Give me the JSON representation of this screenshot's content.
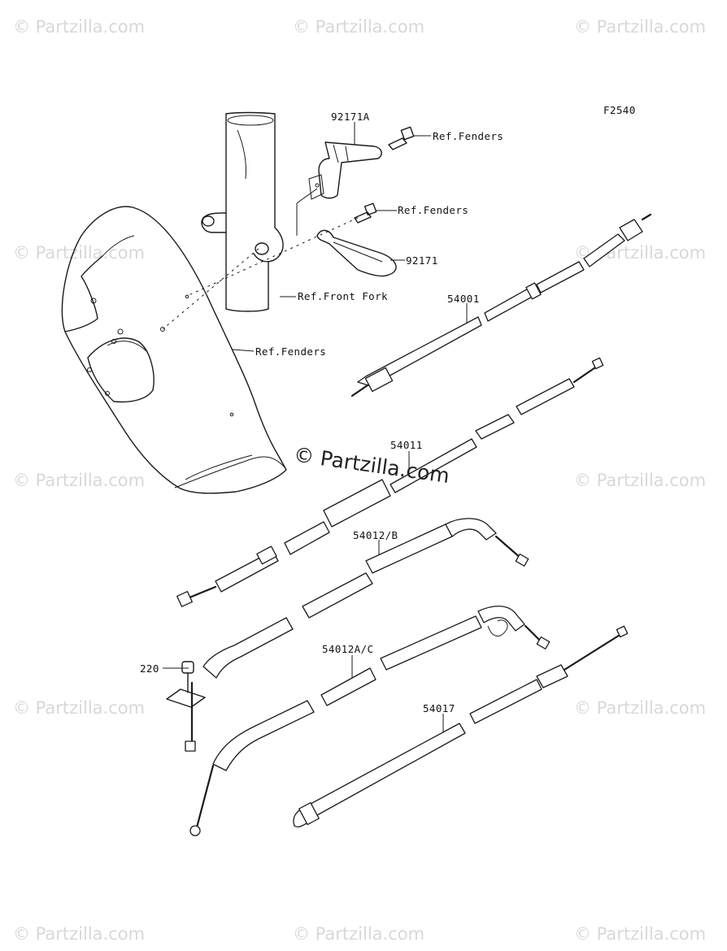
{
  "diagram": {
    "code": "F2540",
    "watermark": "© Partzilla.com",
    "center_watermark": "© Partzilla.com",
    "labels": {
      "p92171A": "92171A",
      "ref_fenders_1": "Ref.Fenders",
      "ref_fenders_2": "Ref.Fenders",
      "p92171": "92171",
      "ref_front_fork": "Ref.Front Fork",
      "p54001": "54001",
      "ref_fenders_3": "Ref.Fenders",
      "p54011": "54011",
      "p54012B": "54012/B",
      "p220": "220",
      "p54012AC": "54012A/C",
      "p54017": "54017"
    }
  }
}
